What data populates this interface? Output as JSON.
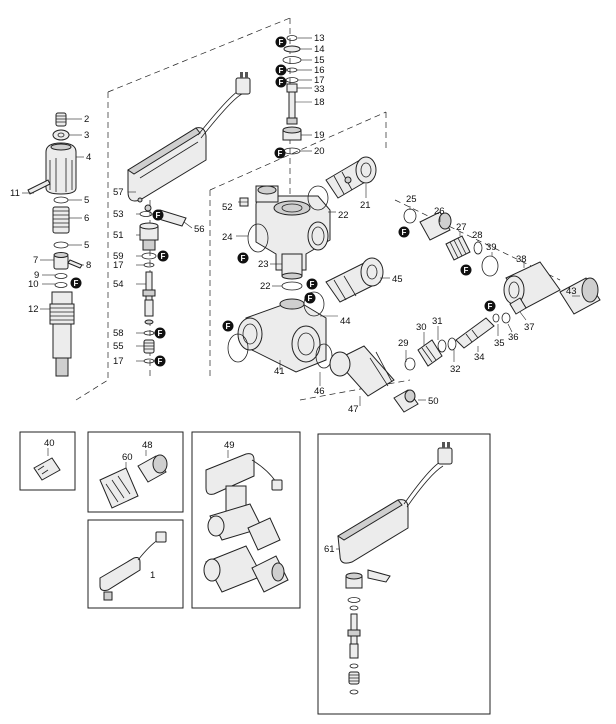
{
  "callouts": {
    "n1": "1",
    "n2": "2",
    "n3": "3",
    "n4": "4",
    "n5a": "5",
    "n5b": "5",
    "n6": "6",
    "n7": "7",
    "n8": "8",
    "n9": "9",
    "n10": "10",
    "n11": "11",
    "n12": "12",
    "n13": "13",
    "n14": "14",
    "n15": "15",
    "n16": "16",
    "n17a": "17",
    "n17b": "17",
    "n17c": "17",
    "n18": "18",
    "n19": "19",
    "n20": "20",
    "n21": "21",
    "n22a": "22",
    "n22b": "22",
    "n23": "23",
    "n24": "24",
    "n25": "25",
    "n26": "26",
    "n27": "27",
    "n28": "28",
    "n29": "29",
    "n30": "30",
    "n31": "31",
    "n32": "32",
    "n33": "33",
    "n34": "34",
    "n35": "35",
    "n36": "36",
    "n37": "37",
    "n38": "38",
    "n39": "39",
    "n40": "40",
    "n41": "41",
    "n43": "43",
    "n44": "44",
    "n45": "45",
    "n46": "46",
    "n47": "47",
    "n48": "48",
    "n49": "49",
    "n50": "50",
    "n51": "51",
    "n52": "52",
    "n53": "53",
    "n54": "54",
    "n55": "55",
    "n56": "56",
    "n57": "57",
    "n58": "58",
    "n59": "59",
    "n60": "60",
    "n61": "61"
  },
  "badge_letter": "F",
  "colors": {
    "line": "#222222",
    "badge": "#111111",
    "part_fill": "#ececec",
    "part_dark": "#cfcfcf"
  }
}
